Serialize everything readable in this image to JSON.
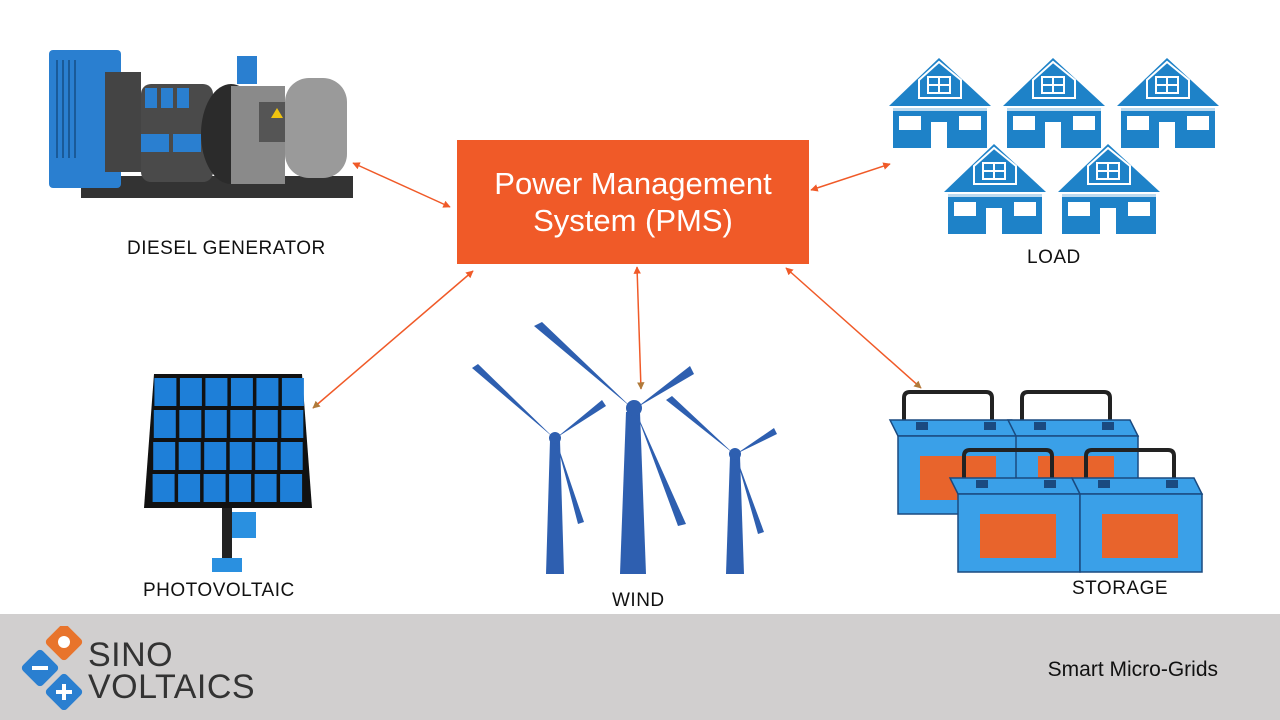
{
  "pms": {
    "title": "Power Management System (PMS)"
  },
  "nodes": {
    "diesel": {
      "label": "DIESEL GENERATOR",
      "icon": "diesel-generator-icon"
    },
    "load": {
      "label": "LOAD",
      "icon": "houses-icon"
    },
    "pv": {
      "label": "PHOTOVOLTAIC",
      "icon": "solar-panel-icon"
    },
    "wind": {
      "label": "WIND",
      "icon": "wind-turbines-icon"
    },
    "storage": {
      "label": "STORAGE",
      "icon": "batteries-icon"
    }
  },
  "footer": {
    "logo": {
      "line1": "SINO",
      "line2": "VOLTAICS"
    },
    "tagline": "Smart Micro-Grids"
  },
  "colors": {
    "pms": "#f05a28",
    "arrow": "#f05a28",
    "arrowhead": "#b07a3a",
    "house": "#1e82c8",
    "turbine": "#2e5fb0",
    "panel": "#1e7fd8",
    "footer": "#d1cfcf"
  }
}
